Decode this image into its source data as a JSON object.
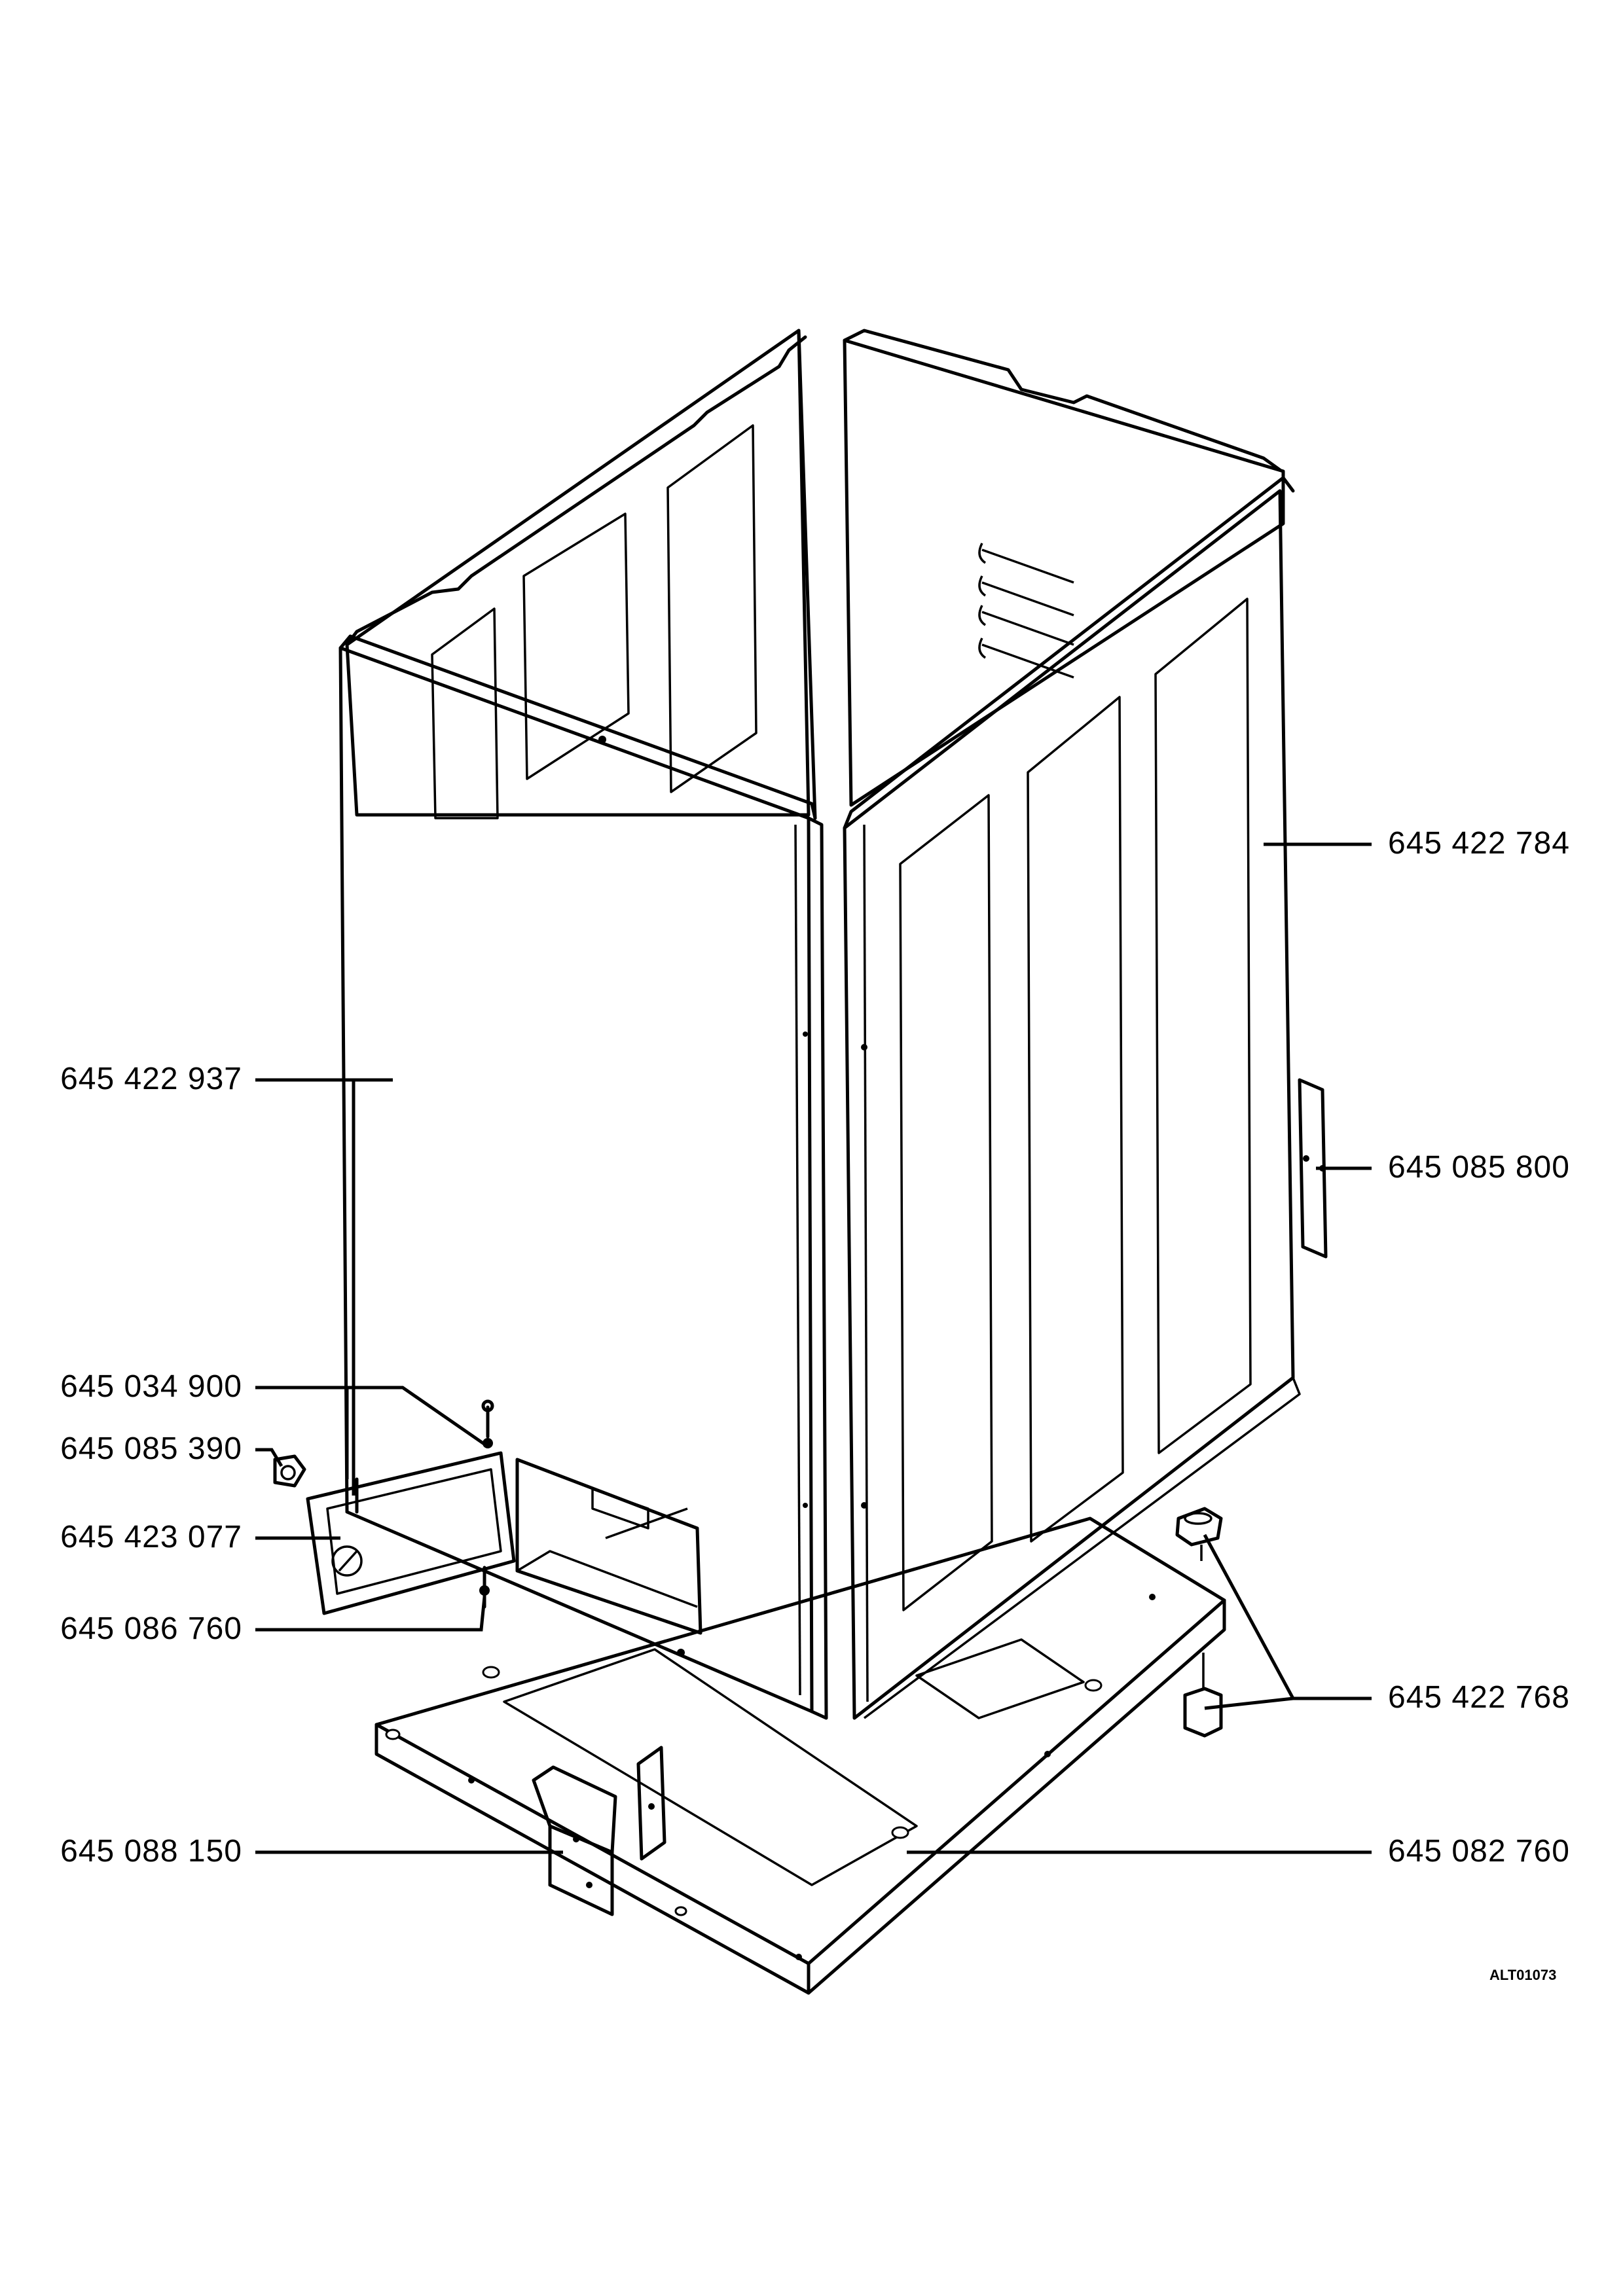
{
  "drawing_code": "ALT01073",
  "part_labels": {
    "side_panel_right": "645 422 784",
    "side_panel_left": "645 422 937",
    "bracket_side": "645 085 800",
    "screw_top": "645 034 900",
    "hinge": "645 085 390",
    "service_flap": "645 423 077",
    "screw_bottom": "645 086 760",
    "adjustable_foot": "645 422 768",
    "mounting_bracket": "645 088 150",
    "base_plate": "645 082 760"
  }
}
